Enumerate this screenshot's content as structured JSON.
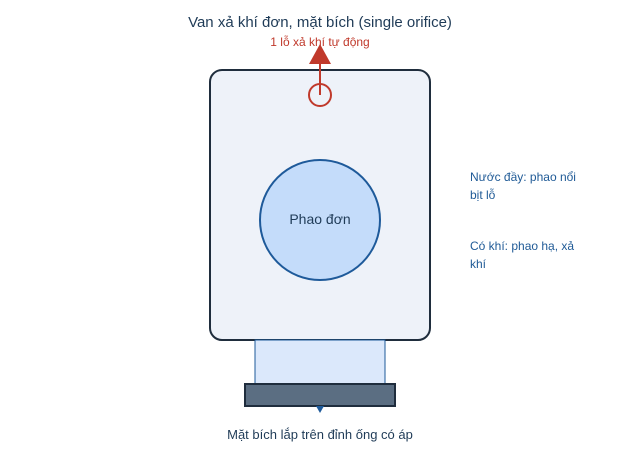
{
  "title": "Van xả khí đơn, mặt bích (single orifice)",
  "orifice_label": "1 lỗ xả khí tự động",
  "float_label": "Phao đơn",
  "note_full": "Nước đầy: phao nổi bịt lỗ",
  "note_air": "Có khí: phao hạ, xả khí",
  "flange_label": "Mặt bích lắp trên đỉnh ống có áp",
  "colors": {
    "body_fill": "#eef2f9",
    "body_stroke": "#1f2d3d",
    "float_fill": "#c4dcfa",
    "float_stroke": "#1e5a9a",
    "neck_fill": "#dbe8fb",
    "flange_fill": "#5b6e82",
    "orifice_red": "#c0392b",
    "note_blue": "#1f5a96"
  }
}
